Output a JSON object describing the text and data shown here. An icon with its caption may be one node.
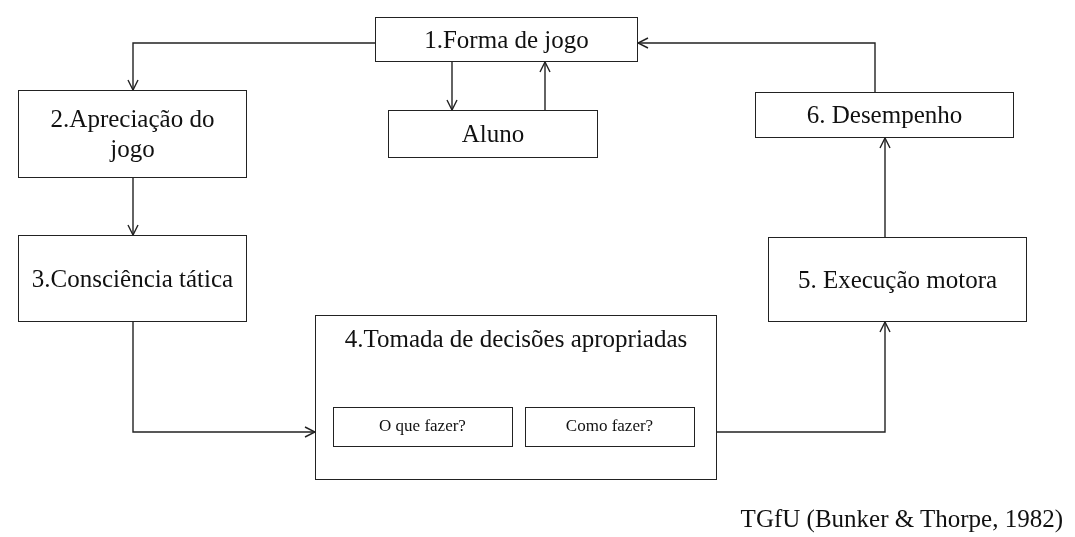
{
  "diagram": {
    "nodes": [
      {
        "text": [
          "1.Forma de jogo"
        ]
      },
      {
        "text": [
          "Aluno"
        ]
      },
      {
        "text": [
          "2.Apreciação do jogo"
        ]
      },
      {
        "text": [
          "3.Consciência tática"
        ]
      },
      {
        "text": [
          "4.Tomada de decisões apropriadas"
        ]
      },
      {
        "text": [
          "O que fazer?"
        ],
        "in": 4
      },
      {
        "text": [
          "Como fazer?"
        ],
        "in": 4
      },
      {
        "text": [
          "5. Execução motora"
        ]
      },
      {
        "text": [
          "6. Desempenho"
        ]
      }
    ],
    "edges": [
      {
        "from": 0,
        "to": 2,
        "arrow": "to"
      },
      {
        "from": 0,
        "to": 1,
        "arrow": "to"
      },
      {
        "from": 1,
        "to": 0,
        "arrow": "to"
      },
      {
        "from": 2,
        "to": 3,
        "arrow": "to"
      },
      {
        "from": 3,
        "to": 4,
        "arrow": "to"
      },
      {
        "from": 4,
        "to": 7,
        "arrow": "to"
      },
      {
        "from": 7,
        "to": 8,
        "arrow": "to"
      },
      {
        "from": 8,
        "to": 0,
        "arrow": "to"
      }
    ],
    "labels": [
      "TGfU (Bunker & Thorpe, 1982)"
    ]
  }
}
